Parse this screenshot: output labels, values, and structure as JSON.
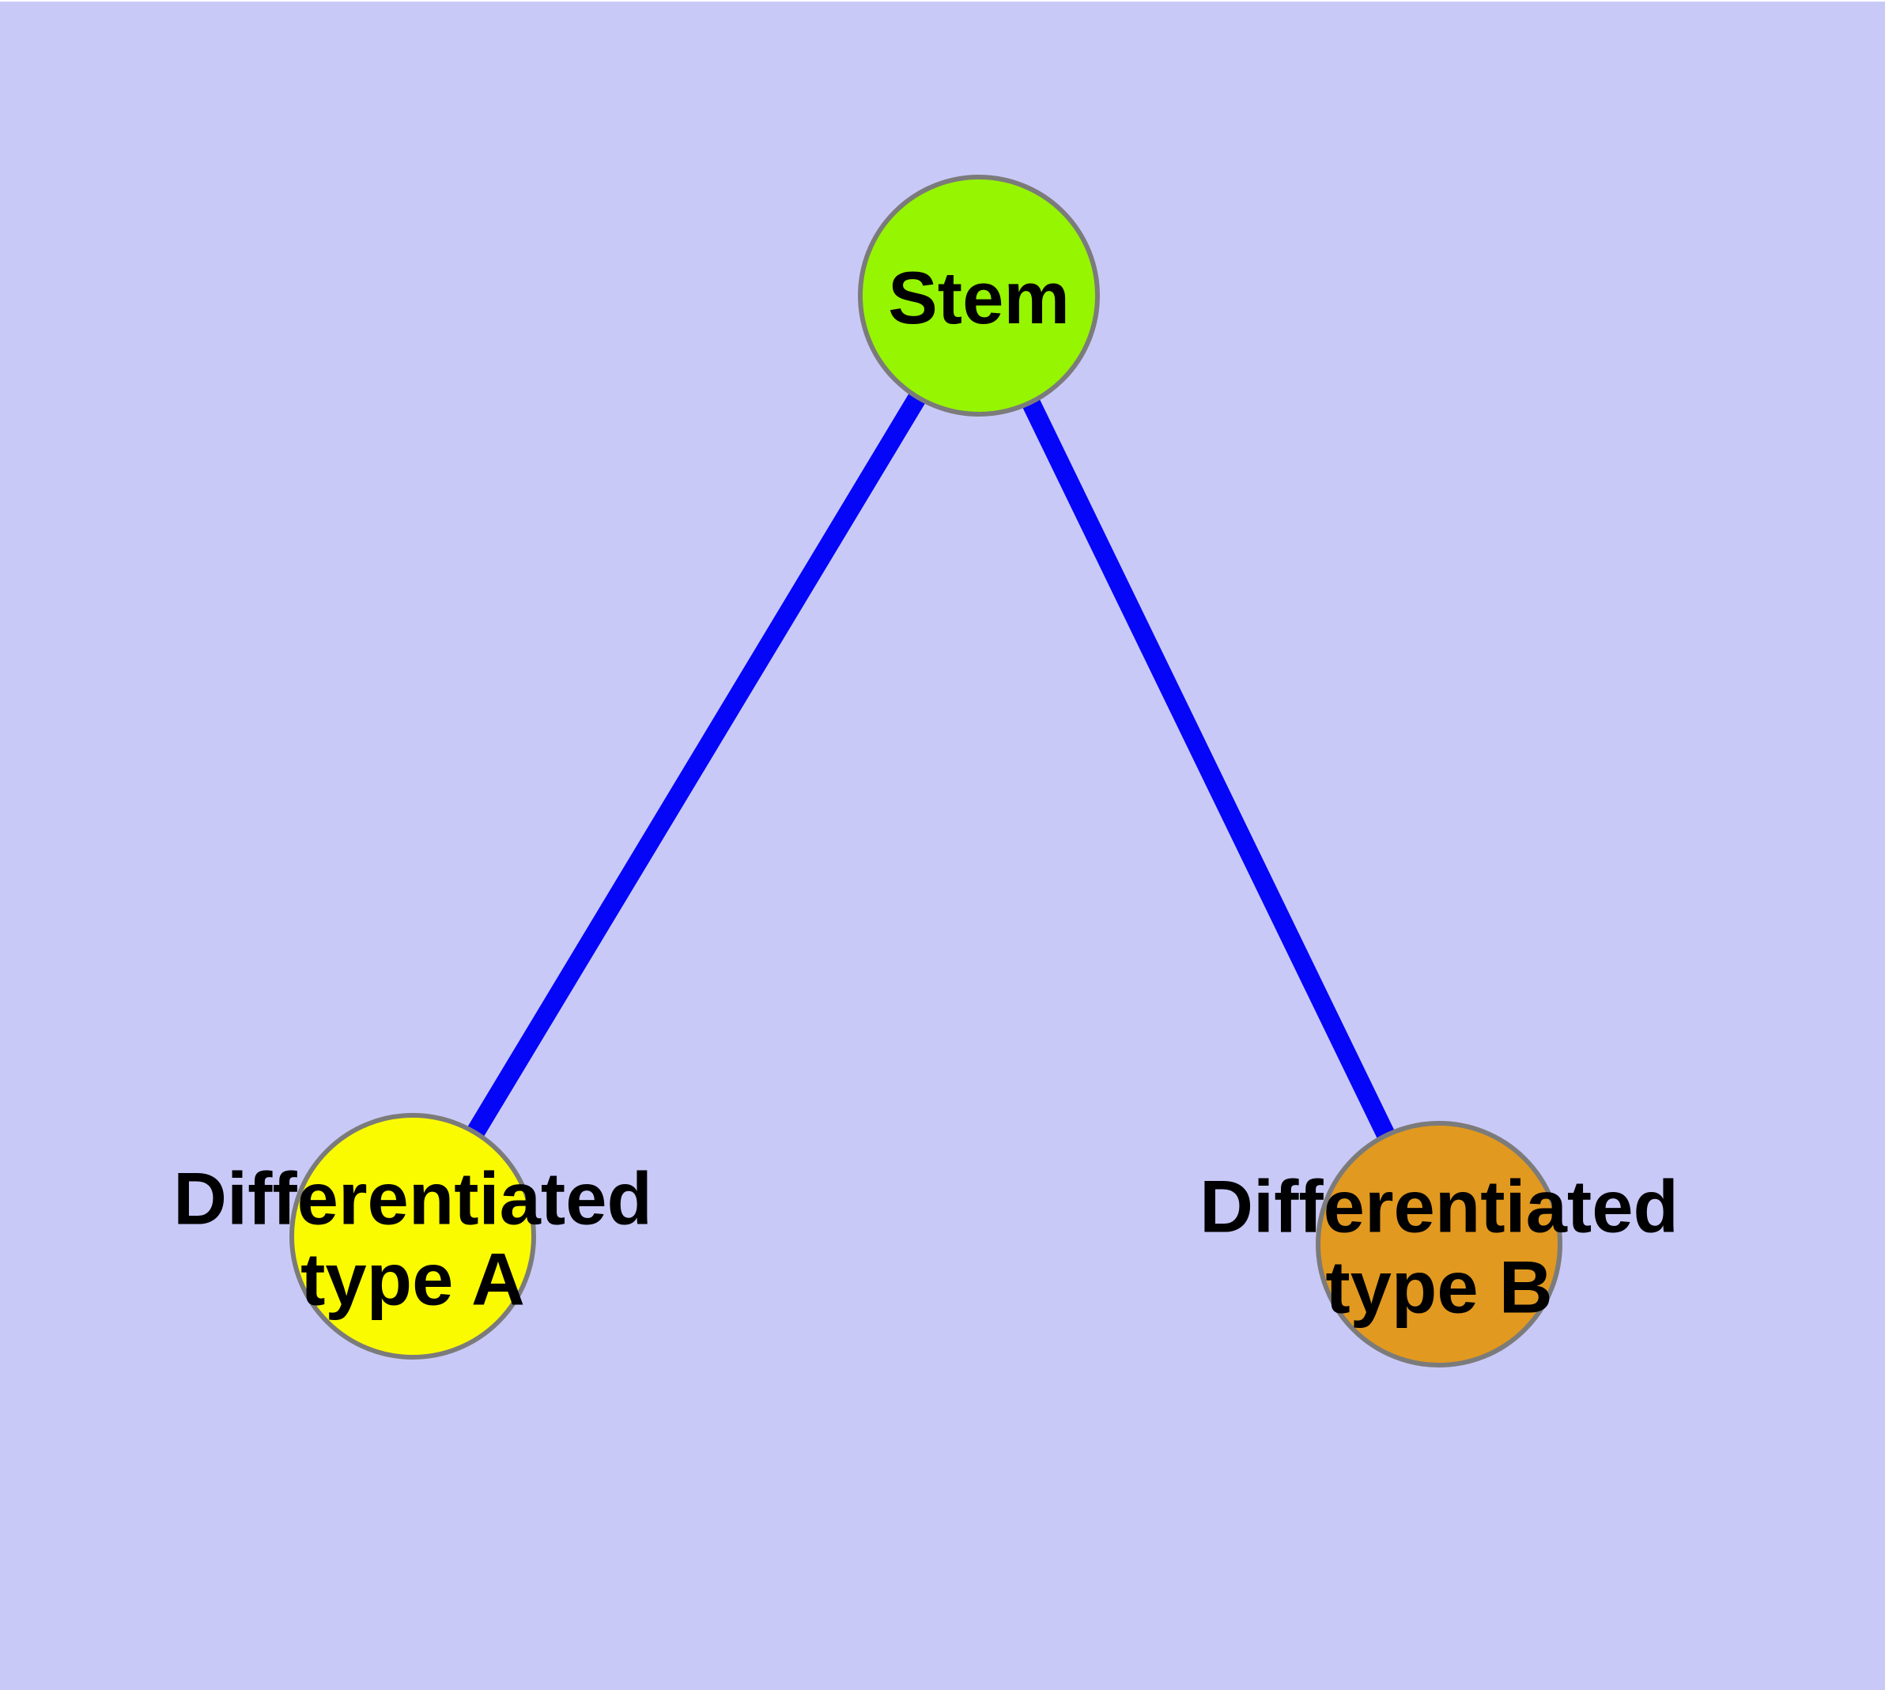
{
  "canvas": {
    "background_color": "#c9c9f8",
    "top_strip_color": "#ffffff"
  },
  "graph": {
    "nodes": [
      {
        "id": "stem",
        "label": "Stem",
        "fill": "#96f500",
        "border": "#7b7b7b"
      },
      {
        "id": "type-a",
        "label": "Differentiated\ntype A",
        "fill": "#fbfb00",
        "border": "#7b7b7b"
      },
      {
        "id": "type-b",
        "label": "Differentiated\ntype B",
        "fill": "#e2991f",
        "border": "#7b7b7b"
      }
    ],
    "edges": [
      {
        "from": "stem",
        "to": "type-a",
        "color": "#0505f8"
      },
      {
        "from": "stem",
        "to": "type-b",
        "color": "#0505f8"
      }
    ]
  }
}
